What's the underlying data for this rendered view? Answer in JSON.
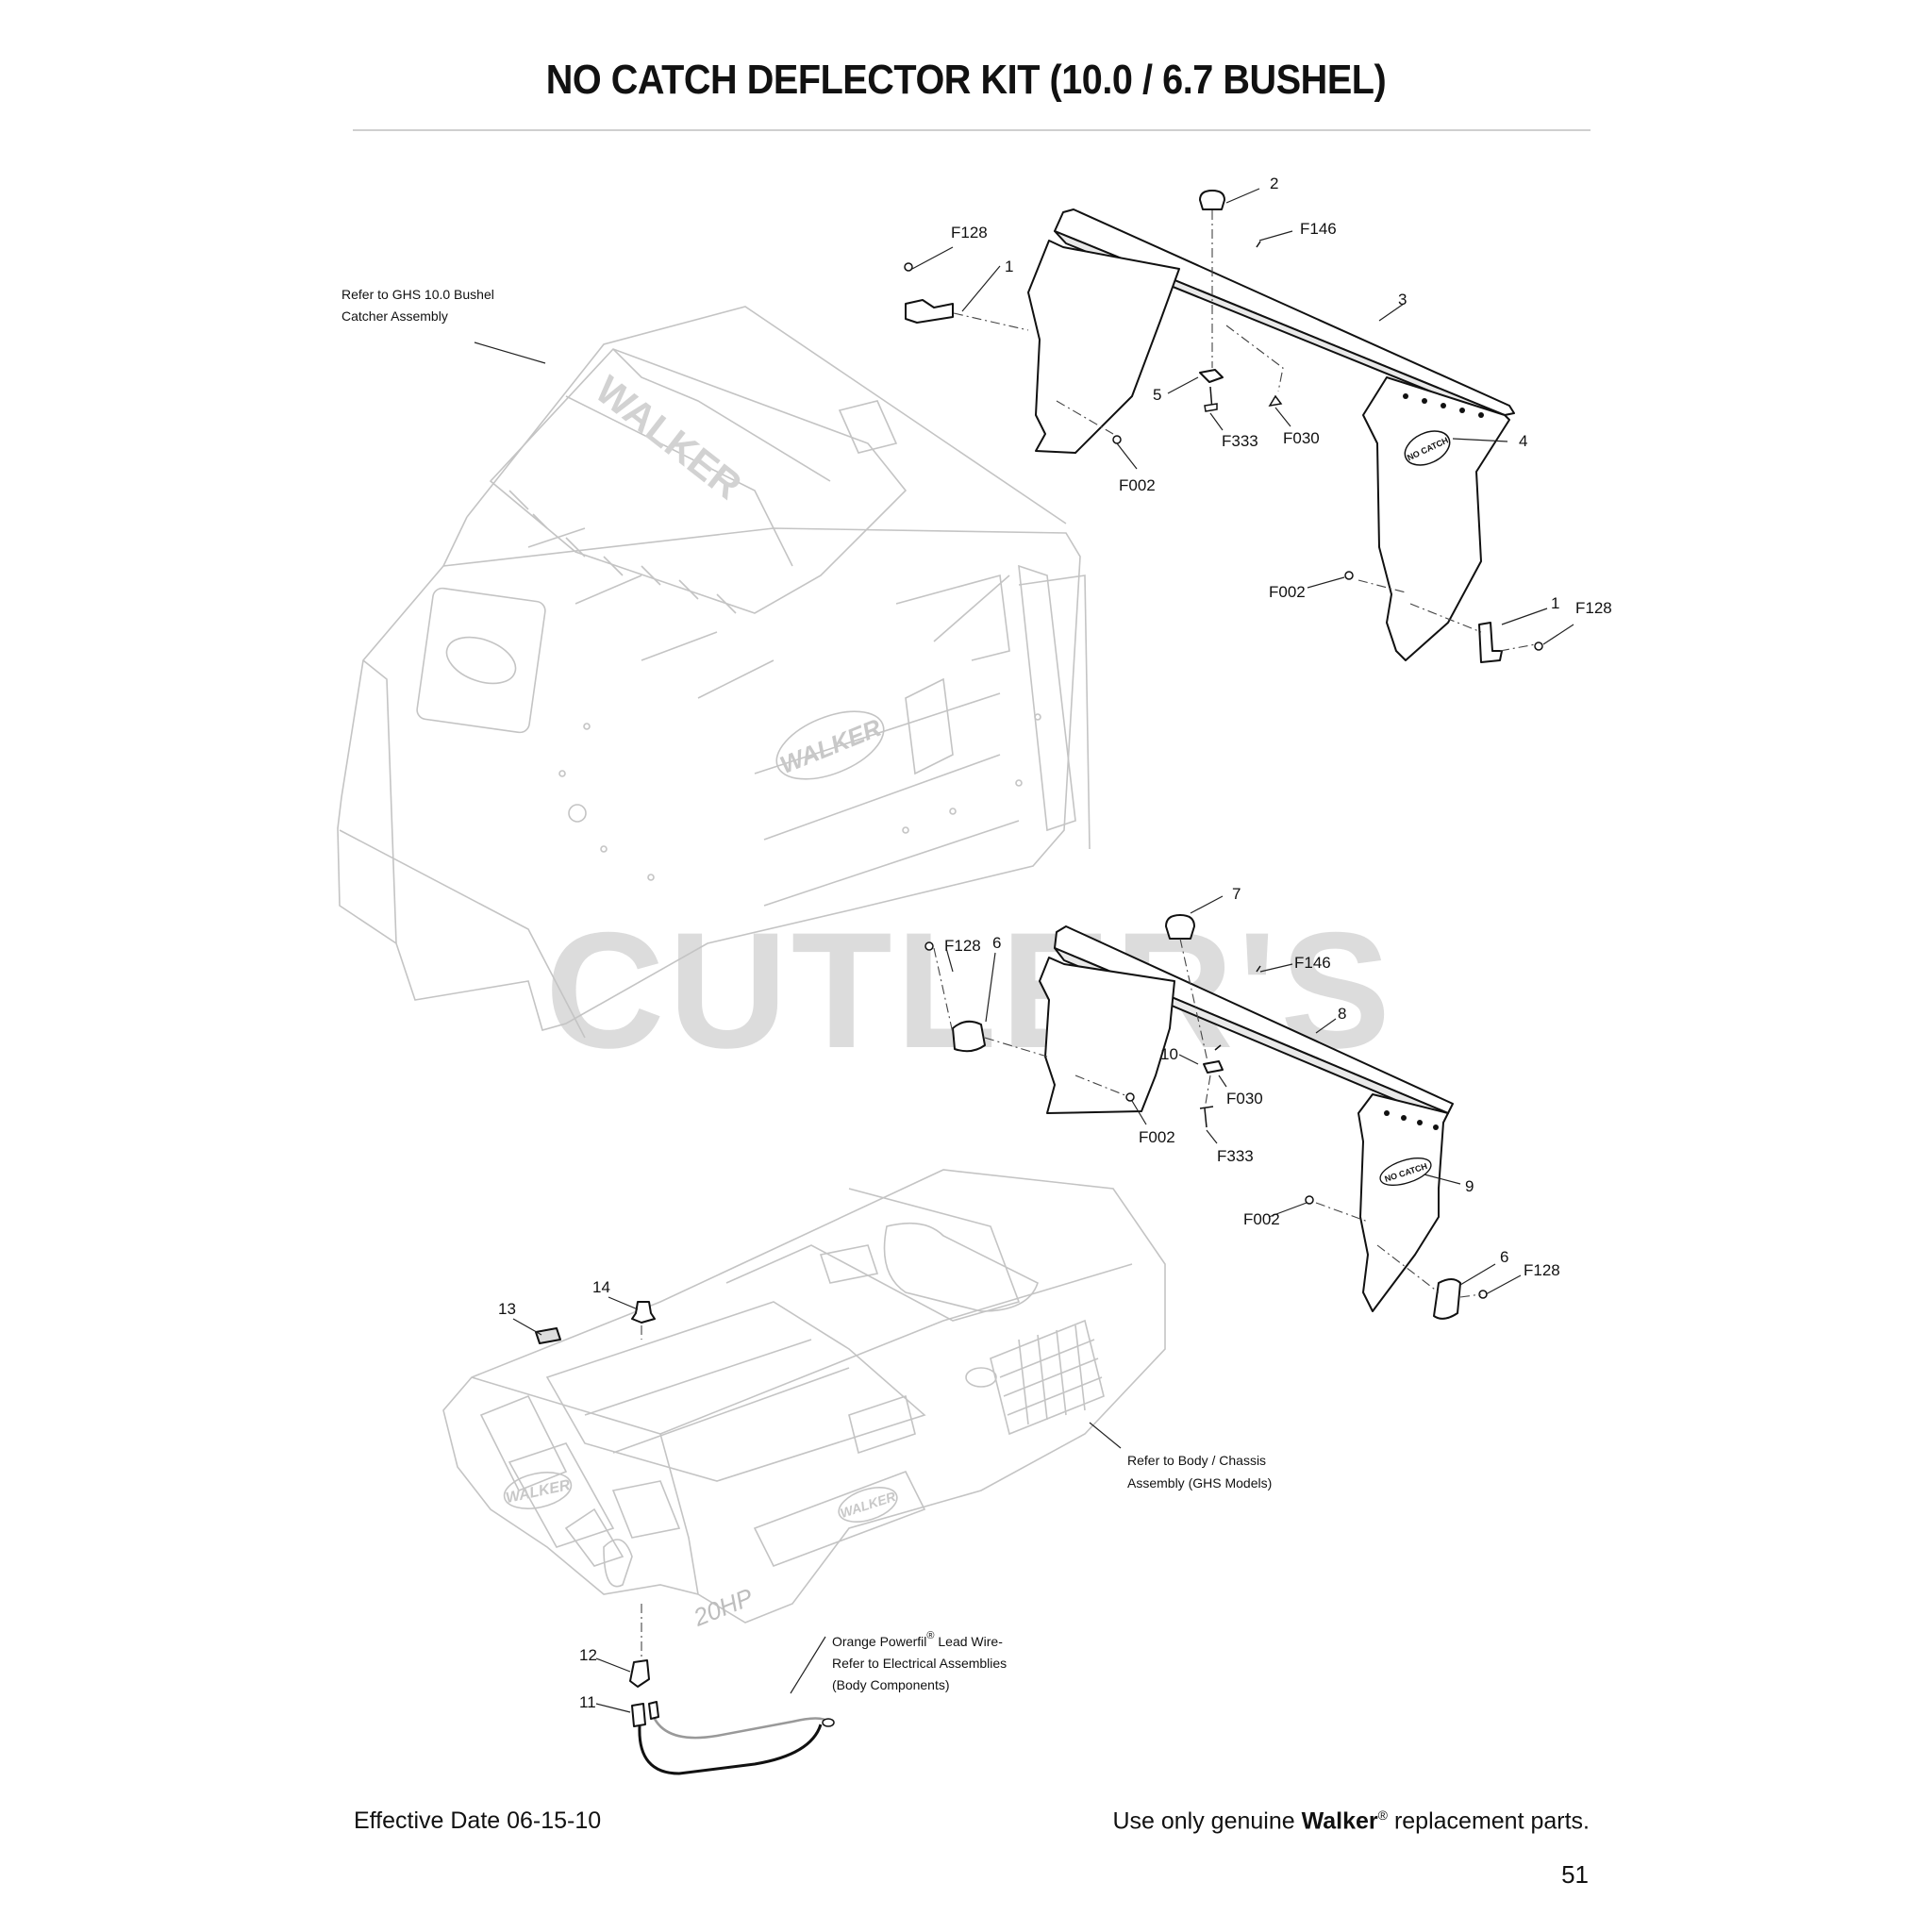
{
  "title": "NO CATCH DEFLECTOR KIT (10.0 / 6.7 BUSHEL)",
  "footer": {
    "effective_date": "Effective Date 06-15-10",
    "genuine_prefix": "Use only genuine",
    "genuine_brand": "Walker",
    "genuine_reg": "®",
    "genuine_suffix": "replacement parts.",
    "page_number": "51"
  },
  "watermark": "CUTLER'S",
  "notes": {
    "catcher_line1": "Refer to GHS 10.0 Bushel",
    "catcher_line2": "Catcher Assembly",
    "body_line1": "Refer to Body / Chassis",
    "body_line2": "Assembly (GHS Models)",
    "wire_line1": "Orange Powerfil",
    "wire_reg": "®",
    "wire_line1b": "Lead Wire-",
    "wire_line2": "Refer to Electrical Assemblies",
    "wire_line3": "(Body Components)"
  },
  "callouts": {
    "top": {
      "c2": "2",
      "cF146": "F146",
      "cF128a": "F128",
      "c1a": "1",
      "c3": "3",
      "c5": "5",
      "cF333": "F333",
      "cF030": "F030",
      "c4": "4",
      "cF002a": "F002",
      "cF002b": "F002",
      "c1b": "1",
      "cF128b": "F128"
    },
    "mid": {
      "c7": "7",
      "cF128a": "F128",
      "c6a": "6",
      "cF146": "F146",
      "c8": "8",
      "c10": "10",
      "cF030": "F030",
      "cF333": "F333",
      "cF002a": "F002",
      "c9": "9",
      "cF002b": "F002",
      "c6b": "6",
      "cF128b": "F128"
    },
    "bottom": {
      "c13": "13",
      "c14": "14",
      "c12": "12",
      "c11": "11"
    }
  },
  "decals": {
    "walker_catcher_lid": "WALKER",
    "walker_catcher_side": "WALKER",
    "walker_body": "WALKER",
    "walker_body_right": "WALKER",
    "engine_hp": "20HP",
    "no_catch": "NO CATCH"
  }
}
